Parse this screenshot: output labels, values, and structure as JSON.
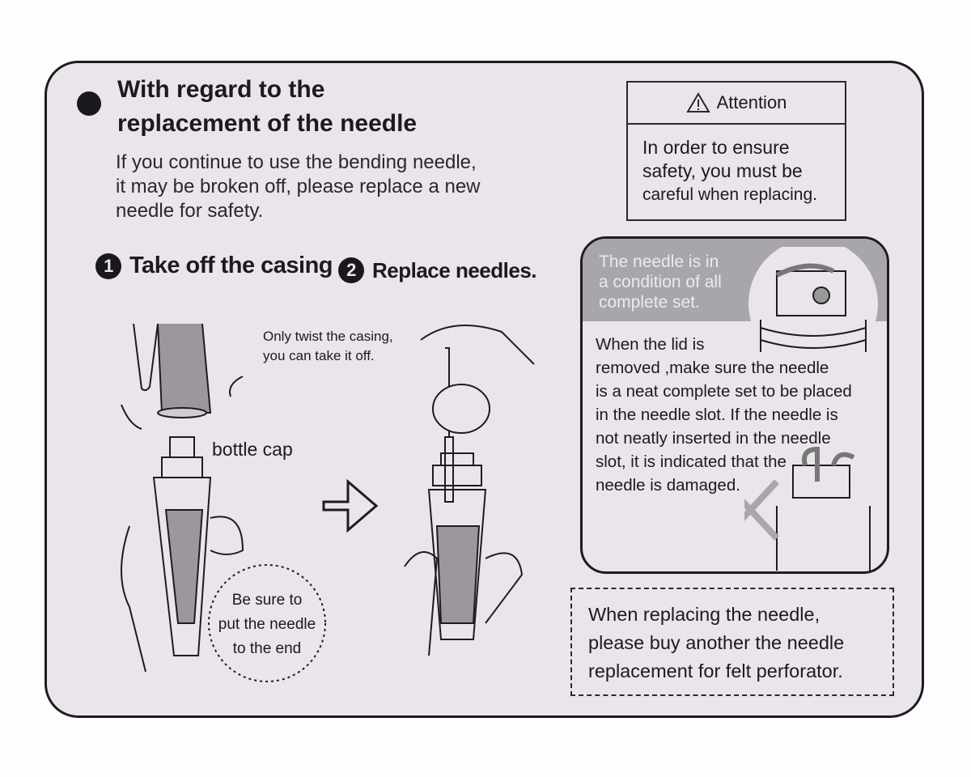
{
  "title": {
    "line1": "With regard to the",
    "line2": "replacement of the needle"
  },
  "intro": {
    "line1": "If you continue to use the bending needle,",
    "line2": "it may be broken off, please replace a new",
    "line3": "needle for safety."
  },
  "attention": {
    "icon": "warning-triangle-icon",
    "heading": "Attention",
    "line1": "In order to ensure",
    "line2": "safety, you must be",
    "line3": "careful when replacing."
  },
  "steps": [
    {
      "number": "1",
      "label": "Take off the casing"
    },
    {
      "number": "2",
      "label": "Replace needles."
    }
  ],
  "illustration": {
    "twist_line1": "Only twist the casing,",
    "twist_line2": "you can take it off.",
    "bottle_cap": "bottle cap",
    "circle_line1": "Be sure to",
    "circle_line2": "put the needle",
    "circle_line3": "to the end"
  },
  "complete_set": {
    "header_line1": "The needle is in",
    "header_line2": "a condition of all",
    "header_line3": "complete set.",
    "body": [
      "When the lid is",
      "removed ,make sure the needle",
      "is a neat complete set to be placed",
      "in the needle slot. If the needle is",
      "not neatly inserted in the needle",
      "slot, it is indicated that the",
      "needle is damaged."
    ]
  },
  "note": {
    "line1": "When replacing the needle,",
    "line2": "please buy another the needle",
    "line3": "replacement for felt perforator."
  }
}
